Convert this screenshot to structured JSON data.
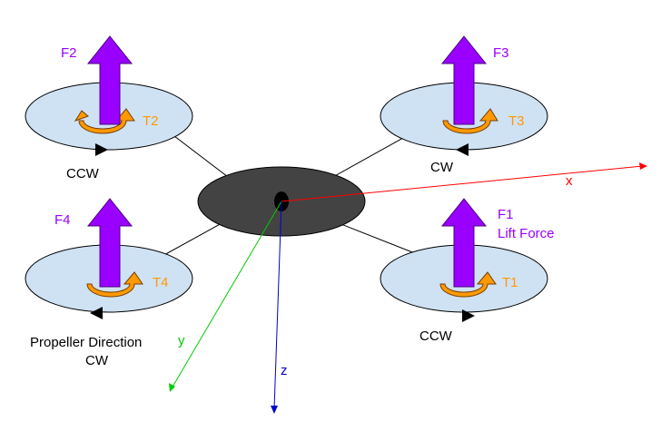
{
  "diagram": {
    "rotors": [
      {
        "id": "rotor-2",
        "force": "F2",
        "torque": "T2",
        "direction": "CCW"
      },
      {
        "id": "rotor-3",
        "force": "F3",
        "torque": "T3",
        "direction": "CW"
      },
      {
        "id": "rotor-4",
        "force": "F4",
        "torque": "T4",
        "direction_label": "Propeller Direction",
        "direction": "CW"
      },
      {
        "id": "rotor-1",
        "force": "F1",
        "force_desc": "Lift Force",
        "torque": "T1",
        "direction": "CCW"
      }
    ],
    "axes": {
      "x": "x",
      "y": "y",
      "z": "z"
    }
  },
  "colors": {
    "rotor_fill": "#cfe2f3",
    "body_fill": "#434343",
    "force_arrow": "#9900ff",
    "torque_arrow": "#ff9900",
    "x_axis": "#ff0000",
    "y_axis": "#00cc00",
    "z_axis": "#0000cc",
    "outline": "#000000"
  }
}
